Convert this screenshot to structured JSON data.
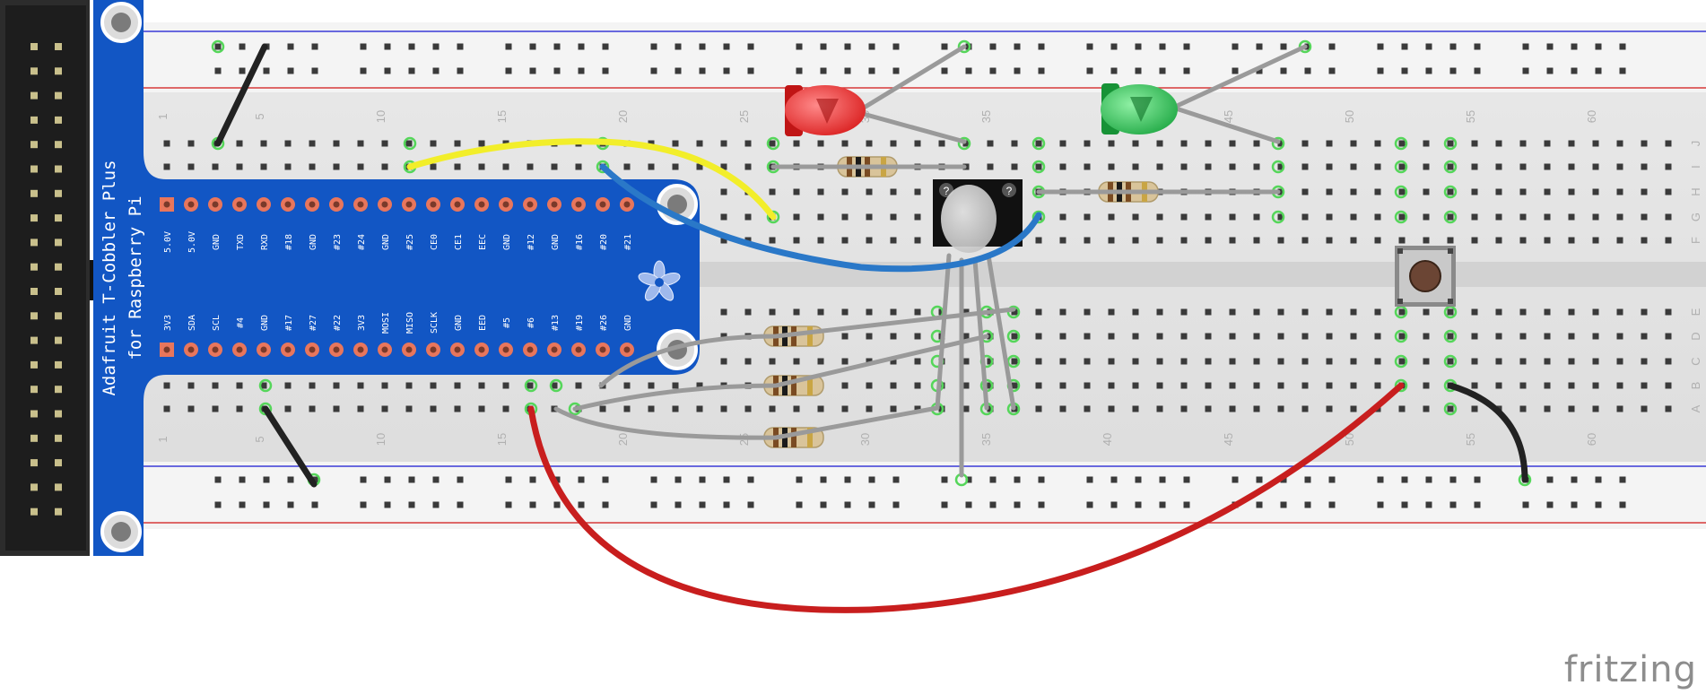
{
  "diagram": {
    "cobbler": {
      "title_line1": "Adafruit T-Cobbler Plus",
      "title_line2": "for Raspberry Pi",
      "top_pins": [
        "5.0V",
        "5.0V",
        "GND",
        "TXD",
        "RXD",
        "#18",
        "GND",
        "#23",
        "#24",
        "GND",
        "#25",
        "CE0",
        "CE1",
        "EEC",
        "GND",
        "#12",
        "GND",
        "#16",
        "#20",
        "#21"
      ],
      "bottom_pins": [
        "3V3",
        "SDA",
        "SCL",
        "#4",
        "GND",
        "#17",
        "#27",
        "#22",
        "3V3",
        "MOSI",
        "MISO",
        "SCLK",
        "GND",
        "EED",
        "#5",
        "#6",
        "#13",
        "#19",
        "#26",
        "GND"
      ]
    },
    "breadboard": {
      "column_numbers": [
        "1",
        "5",
        "10",
        "15",
        "20",
        "25",
        "30",
        "35",
        "40",
        "45",
        "50",
        "55",
        "60"
      ],
      "row_letters_top": [
        "J",
        "I",
        "H",
        "G",
        "F"
      ],
      "row_letters_bottom": [
        "E",
        "D",
        "C",
        "B",
        "A"
      ]
    },
    "components": {
      "led_red_color": "#e8282b",
      "led_green_color": "#2bb84a",
      "rgb_led_label": "?",
      "resistor_count": 5,
      "button": "push-button"
    },
    "wire_colors": {
      "yellow": "#f2ee2a",
      "blue": "#2a78c8",
      "red": "#c81e1e",
      "black": "#222222",
      "gray": "#8a8a8a"
    }
  },
  "watermark": "fritzing"
}
